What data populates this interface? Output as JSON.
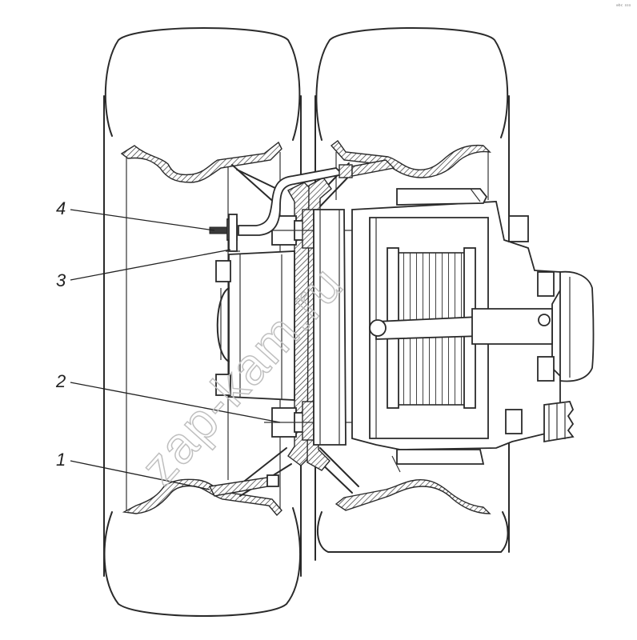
{
  "callouts": [
    {
      "id": "1",
      "label": "1"
    },
    {
      "id": "2",
      "label": "2"
    },
    {
      "id": "3",
      "label": "3"
    },
    {
      "id": "4",
      "label": "4"
    }
  ],
  "watermark": "zap-kam.ru",
  "corner_mark": "ᵃᵇᶜ ˢˢˢ",
  "colors": {
    "line": "#2a2a2a",
    "watermark": "#bfbfbf",
    "background": "#ffffff"
  }
}
